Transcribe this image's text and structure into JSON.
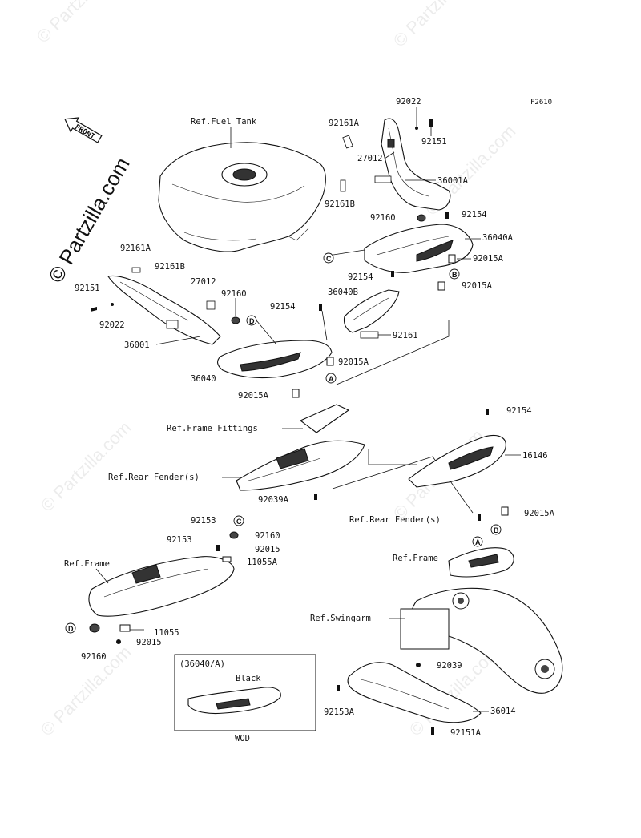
{
  "figure_code": "F2610",
  "watermark": {
    "text": "© Partzilla.com"
  },
  "front_label": "FRONT",
  "references": {
    "fuel_tank": "Ref.Fuel Tank",
    "frame_fittings": "Ref.Frame Fittings",
    "rear_fender_left": "Ref.Rear Fender(s)",
    "rear_fender_right": "Ref.Rear Fender(s)",
    "frame_left": "Ref.Frame",
    "frame_right": "Ref.Frame",
    "swingarm": "Ref.Swingarm"
  },
  "callouts": [
    "A",
    "B",
    "C",
    "D"
  ],
  "part_labels": {
    "p92022_top": "92022",
    "p92161A_top": "92161A",
    "p92151_top": "92151",
    "p27012_top": "27012",
    "p36001A": "36001A",
    "p92161B_top": "92161B",
    "p92160_top": "92160",
    "p92154_top": "92154",
    "p36040A": "36040A",
    "p92015A_1": "92015A",
    "p92154_mid": "92154",
    "p92015A_2": "92015A",
    "p36040B": "36040B",
    "p92154_left": "92154",
    "p92161": "92161",
    "p92015A_3": "92015A",
    "p92015A_4": "92015A",
    "p92161A_left": "92161A",
    "p92161B_left": "92161B",
    "p27012_left": "27012",
    "p92151_left": "92151",
    "p92160_left": "92160",
    "p92022_left": "92022",
    "p36001": "36001",
    "p36040": "36040",
    "p92154_right": "92154",
    "p16146": "16146",
    "p92015A_right": "92015A",
    "p92039A": "92039A",
    "p92153_a": "92153",
    "p92153_b": "92153",
    "p92160_c": "92160",
    "p92015_c": "92015",
    "p11055A": "11055A",
    "p11055": "11055",
    "p92015_d": "92015",
    "p92160_d": "92160",
    "p92039": "92039",
    "p36014": "36014",
    "p92153A": "92153A",
    "p92151A": "92151A"
  },
  "inset": {
    "title": "(36040/A)",
    "color_label": "Black",
    "code": "WOD"
  }
}
